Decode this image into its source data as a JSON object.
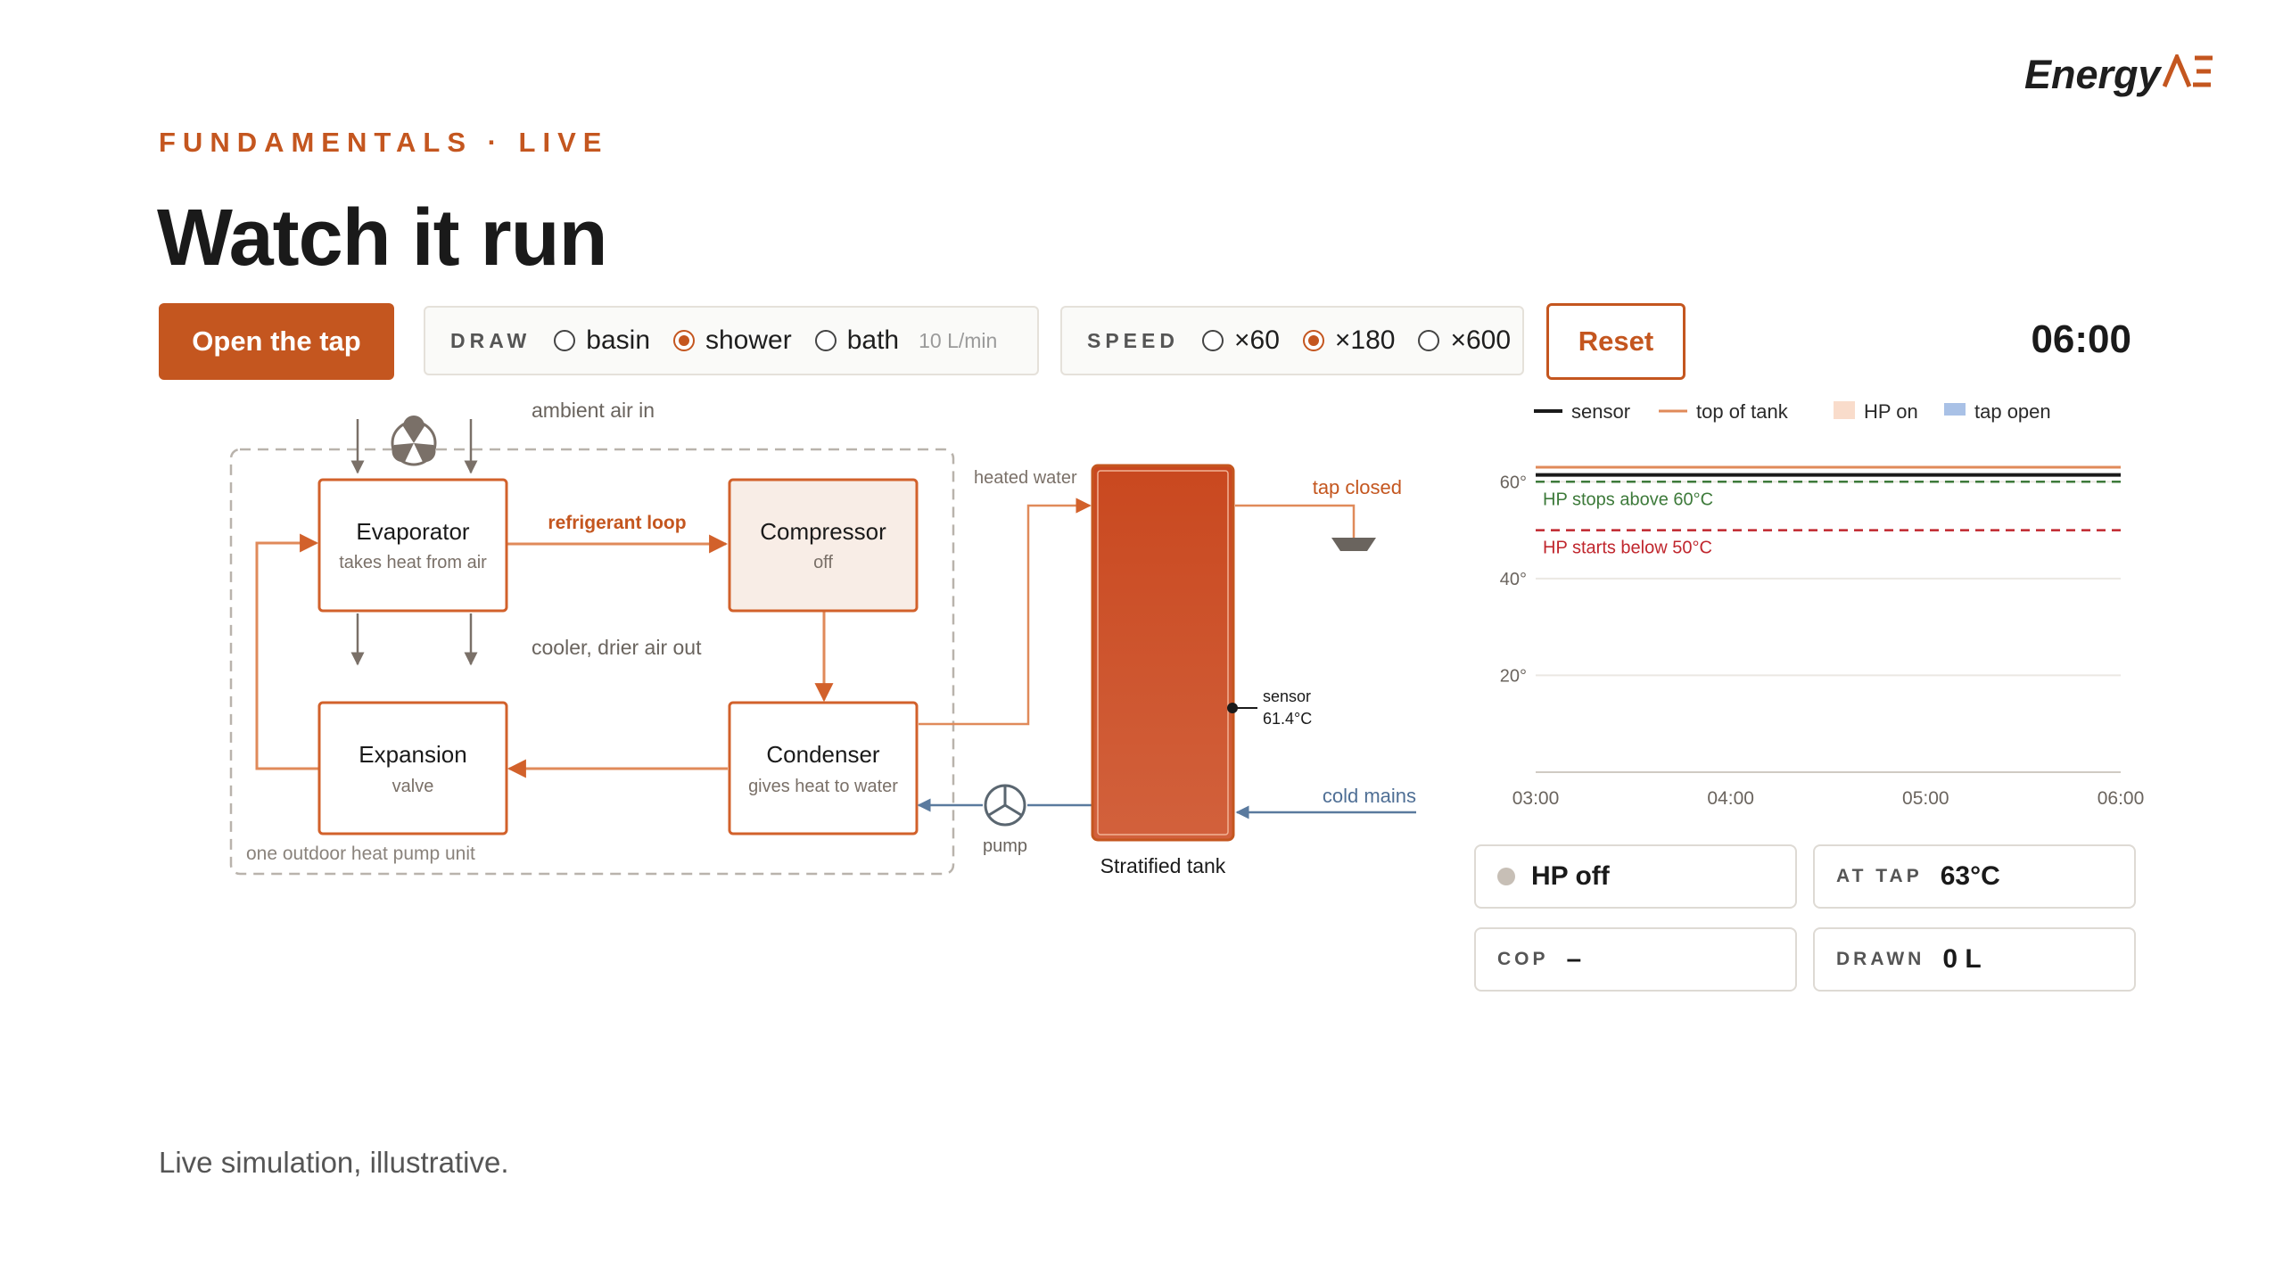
{
  "brand": {
    "name": "Energy"
  },
  "header": {
    "eyebrow": "FUNDAMENTALS · LIVE",
    "title": "Watch it run"
  },
  "controls": {
    "tap_button": "Open the tap",
    "draw": {
      "label": "DRAW",
      "options": [
        "basin",
        "shower",
        "bath"
      ],
      "selected": "shower",
      "rate": "10 L/min"
    },
    "speed": {
      "label": "SPEED",
      "options": [
        "×60",
        "×180",
        "×600"
      ],
      "selected": "×180"
    },
    "reset_button": "Reset",
    "clock": "06:00"
  },
  "diagram": {
    "ambient_in": "ambient air in",
    "air_out": "cooler, drier air out",
    "refrigerant_loop": "refrigerant loop",
    "unit_caption": "one outdoor heat pump unit",
    "evaporator": {
      "title": "Evaporator",
      "subtitle": "takes heat from air"
    },
    "compressor": {
      "title": "Compressor",
      "subtitle": "off"
    },
    "expansion": {
      "title": "Expansion",
      "subtitle": "valve"
    },
    "condenser": {
      "title": "Condenser",
      "subtitle": "gives heat to water"
    },
    "heated_water": "heated water",
    "pump": "pump",
    "tank": "Stratified tank",
    "tap_state": "tap closed",
    "cold_mains": "cold mains",
    "sensor_label": "sensor",
    "sensor_value": "61.4°C"
  },
  "legend": [
    {
      "label": "sensor",
      "color": "#1a1a1a"
    },
    {
      "label": "top of tank",
      "color": "#e08a5a"
    },
    {
      "label": "HP on",
      "color": "#f9dccb"
    },
    {
      "label": "tap open",
      "color": "#a9c1e6"
    }
  ],
  "chart_data": {
    "type": "line",
    "xlabel": "",
    "ylabel": "",
    "x_ticks": [
      "03:00",
      "04:00",
      "05:00",
      "06:00"
    ],
    "y_ticks": [
      "20°",
      "40°",
      "60°"
    ],
    "ylim": [
      0,
      70
    ],
    "xlim": [
      "03:00",
      "06:00"
    ],
    "series": [
      {
        "name": "sensor",
        "x": [
          "03:00",
          "06:00"
        ],
        "y": [
          61.4,
          61.4
        ],
        "color": "#1a1a1a"
      },
      {
        "name": "top of tank",
        "x": [
          "03:00",
          "06:00"
        ],
        "y": [
          63,
          63
        ],
        "color": "#e08a5a"
      }
    ],
    "thresholds": [
      {
        "value": 60,
        "label": "HP stops above 60°C",
        "color": "#3d7a3a"
      },
      {
        "value": 50,
        "label": "HP starts below 50°C",
        "color": "#c0262d"
      }
    ],
    "grid": true
  },
  "status": {
    "hp": "HP off",
    "at_tap_label": "AT TAP",
    "at_tap_value": "63°C",
    "cop_label": "COP",
    "cop_value": "–",
    "drawn_label": "DRAWN",
    "drawn_value": "0 L"
  },
  "footer": "Live simulation, illustrative."
}
